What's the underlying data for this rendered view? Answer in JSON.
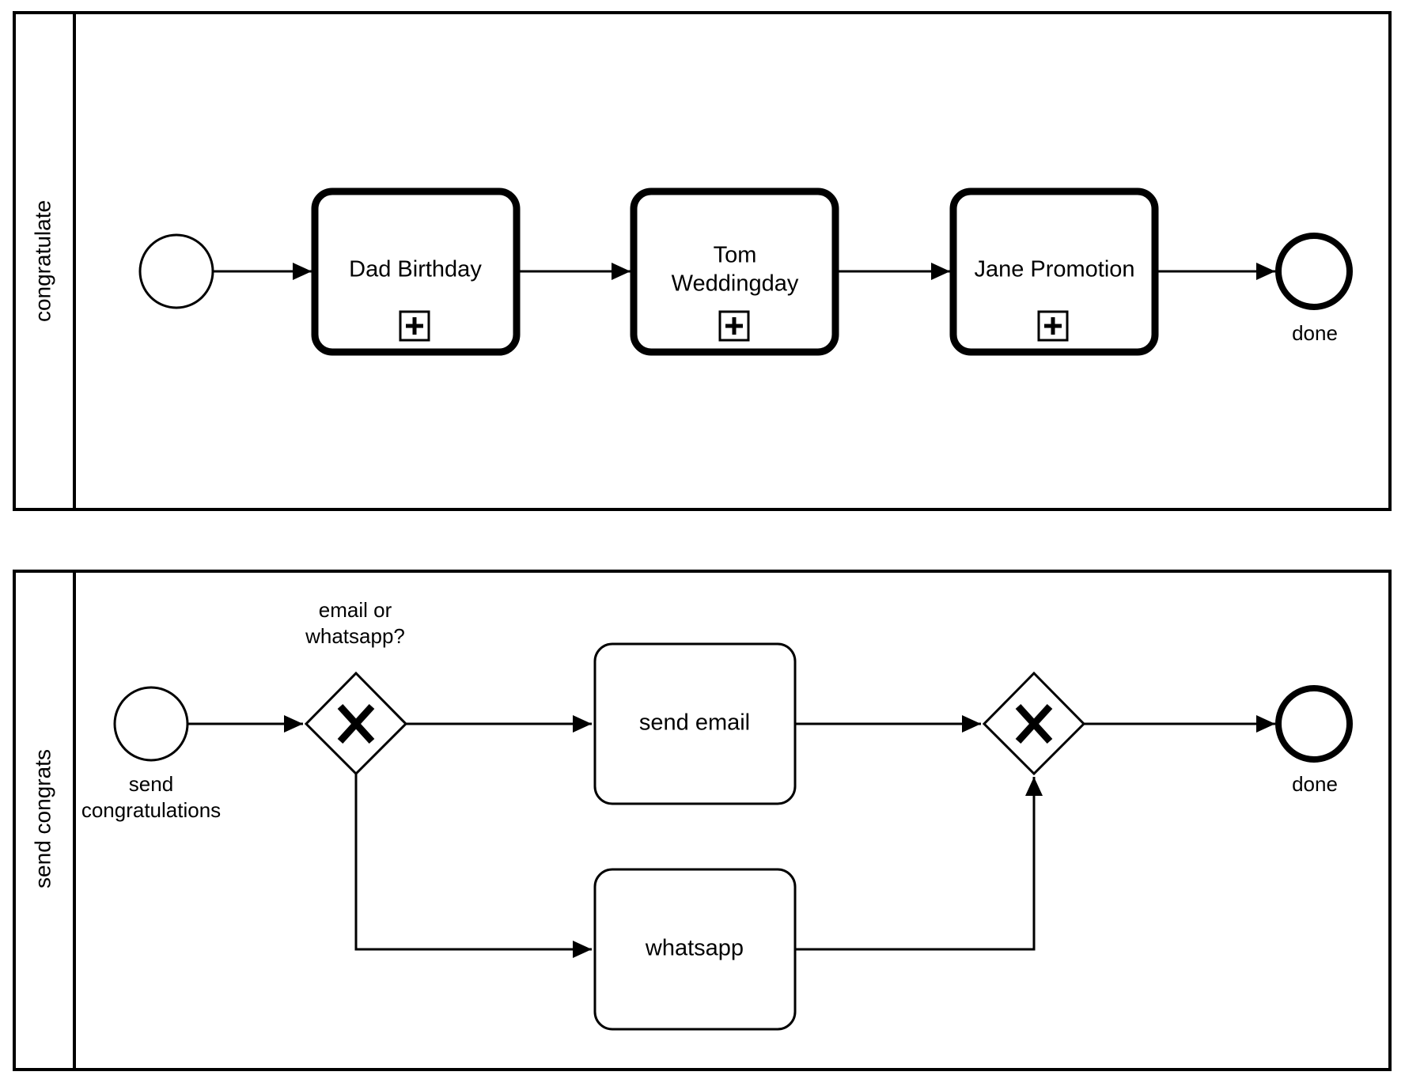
{
  "pools": [
    {
      "label": "congratulate",
      "nodes": {
        "start_event": {
          "label": ""
        },
        "task_dad": {
          "label": "Dad Birthday"
        },
        "task_tom_line1": {
          "label": "Tom"
        },
        "task_tom_line2": {
          "label": "Weddingday"
        },
        "task_jane": {
          "label": "Jane Promotion"
        },
        "end_event": {
          "label": "done"
        }
      }
    },
    {
      "label": "send congrats",
      "nodes": {
        "start_event_line1": {
          "label": "send"
        },
        "start_event_line2": {
          "label": "congratulations"
        },
        "gateway_split_line1": {
          "label": "email or"
        },
        "gateway_split_line2": {
          "label": "whatsapp?"
        },
        "task_email": {
          "label": "send email"
        },
        "task_whatsapp": {
          "label": "whatsapp"
        },
        "end_event": {
          "label": "done"
        }
      }
    }
  ],
  "icons": {
    "subprocess_marker": "plus-in-square-icon",
    "gateway_marker": "x-exclusive-gateway-icon"
  }
}
